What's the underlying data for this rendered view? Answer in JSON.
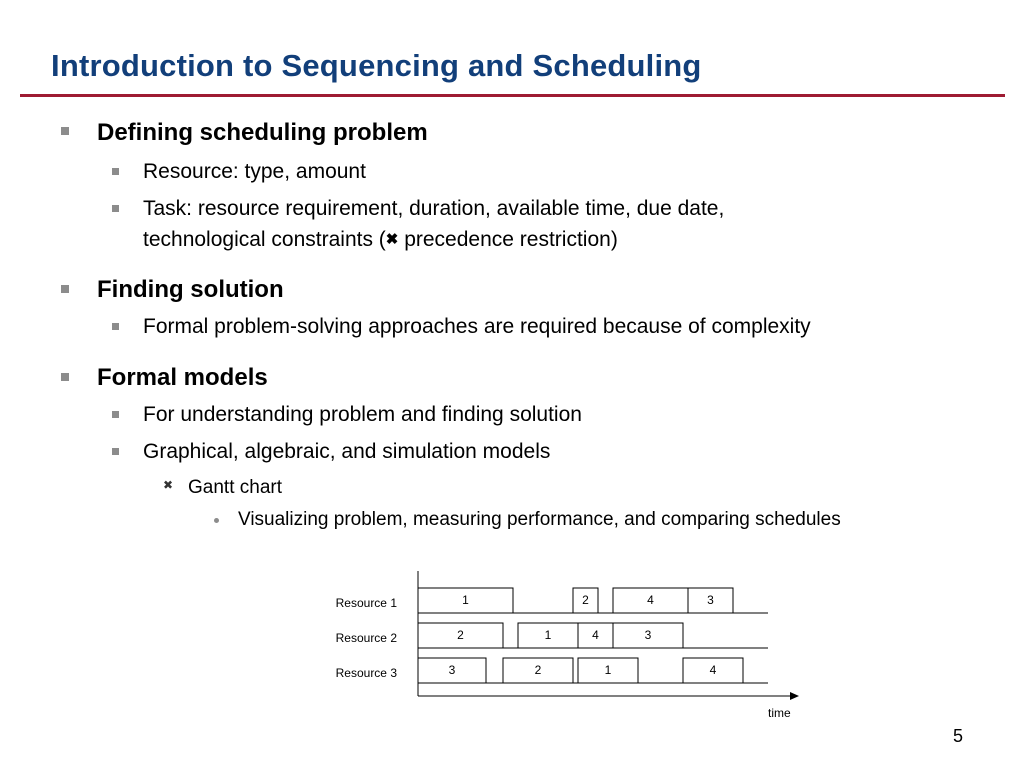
{
  "title": "Introduction to Sequencing and Scheduling",
  "bullets": {
    "b1": "Defining scheduling problem",
    "b1_1": "Resource: type, amount",
    "b1_2_line1": "Task: resource requirement, duration, available time, due date,",
    "b1_2_line2_a": "technological constraints (",
    "b1_2_line2_b": " precedence restriction)",
    "b2": "Finding solution",
    "b2_1": "Formal problem-solving approaches are required because of complexity",
    "b3": "Formal models",
    "b3_1": "For understanding problem and finding solution",
    "b3_2": "Graphical, algebraic, and simulation models",
    "b3_2_1": "Gantt chart",
    "b3_2_1_1": "Visualizing problem, measuring performance, and comparing schedules"
  },
  "icons": {
    "level1": "square-bullet-icon",
    "level2": "square-bullet-icon",
    "level3": "x-mark-bullet-icon",
    "level4": "dot-bullet-icon",
    "inline_implies": "x-mark-icon"
  },
  "colors": {
    "title": "#123f7a",
    "rule": "#9e1b32",
    "bullet": "#8c8c8c"
  },
  "page_number": "5",
  "chart_data": {
    "type": "gantt",
    "resources": [
      "Resource 1",
      "Resource 2",
      "Resource 3"
    ],
    "x_axis_label": "time",
    "time_unit": "relative",
    "xlim": [
      0,
      37
    ],
    "tasks": {
      "Resource 1": [
        {
          "label": "1",
          "start": 0,
          "end": 9.5
        },
        {
          "label": "2",
          "start": 15.5,
          "end": 18
        },
        {
          "label": "4",
          "start": 19.5,
          "end": 27
        },
        {
          "label": "3",
          "start": 27,
          "end": 31.5
        }
      ],
      "Resource 2": [
        {
          "label": "2",
          "start": 0,
          "end": 8.5
        },
        {
          "label": "1",
          "start": 10,
          "end": 16
        },
        {
          "label": "4",
          "start": 16,
          "end": 19.5
        },
        {
          "label": "3",
          "start": 19.5,
          "end": 26.5
        }
      ],
      "Resource 3": [
        {
          "label": "3",
          "start": 0,
          "end": 6.8
        },
        {
          "label": "2",
          "start": 8.5,
          "end": 15.5
        },
        {
          "label": "1",
          "start": 16,
          "end": 22
        },
        {
          "label": "4",
          "start": 26.5,
          "end": 32.5
        }
      ]
    }
  }
}
